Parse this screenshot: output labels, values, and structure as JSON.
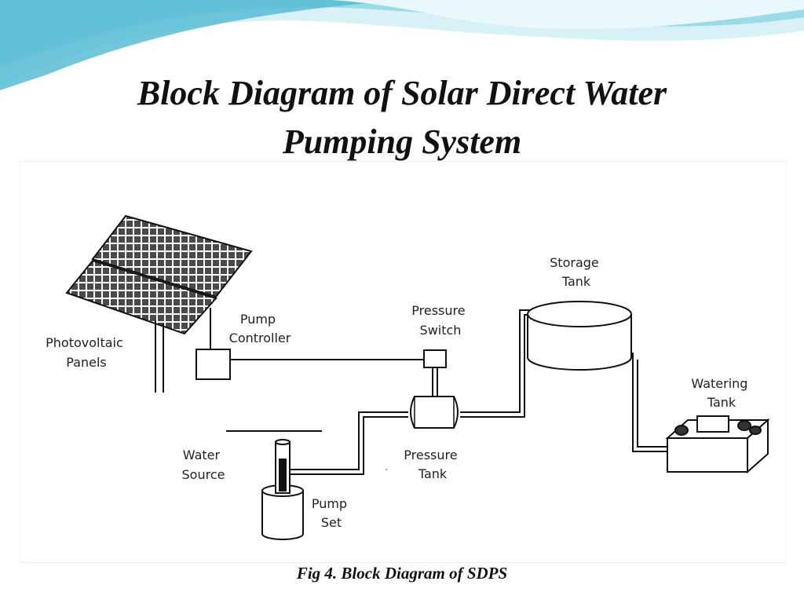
{
  "slide": {
    "title_line1": "Block Diagram of  Solar Direct Water",
    "title_line2": "Pumping System",
    "caption": "Fig 4. Block Diagram of  SDPS"
  },
  "labels": {
    "photovoltaic_line1": "Photovoltaic",
    "photovoltaic_line2": "Panels",
    "pump_controller_line1": "Pump",
    "pump_controller_line2": "Controller",
    "pressure_switch_line1": "Pressure",
    "pressure_switch_line2": "Switch",
    "storage_tank_line1": "Storage",
    "storage_tank_line2": "Tank",
    "watering_tank_line1": "Watering",
    "watering_tank_line2": "Tank",
    "water_source_line1": "Water",
    "water_source_line2": "Source",
    "pressure_tank_line1": "Pressure",
    "pressure_tank_line2": "Tank",
    "pump_set_line1": "Pump",
    "pump_set_line2": "Set"
  },
  "theme": {
    "wave_light": "#cfeef4",
    "wave_mid": "#7fd0e0",
    "wave_dark": "#3aa9c4",
    "line_color": "#111111"
  }
}
